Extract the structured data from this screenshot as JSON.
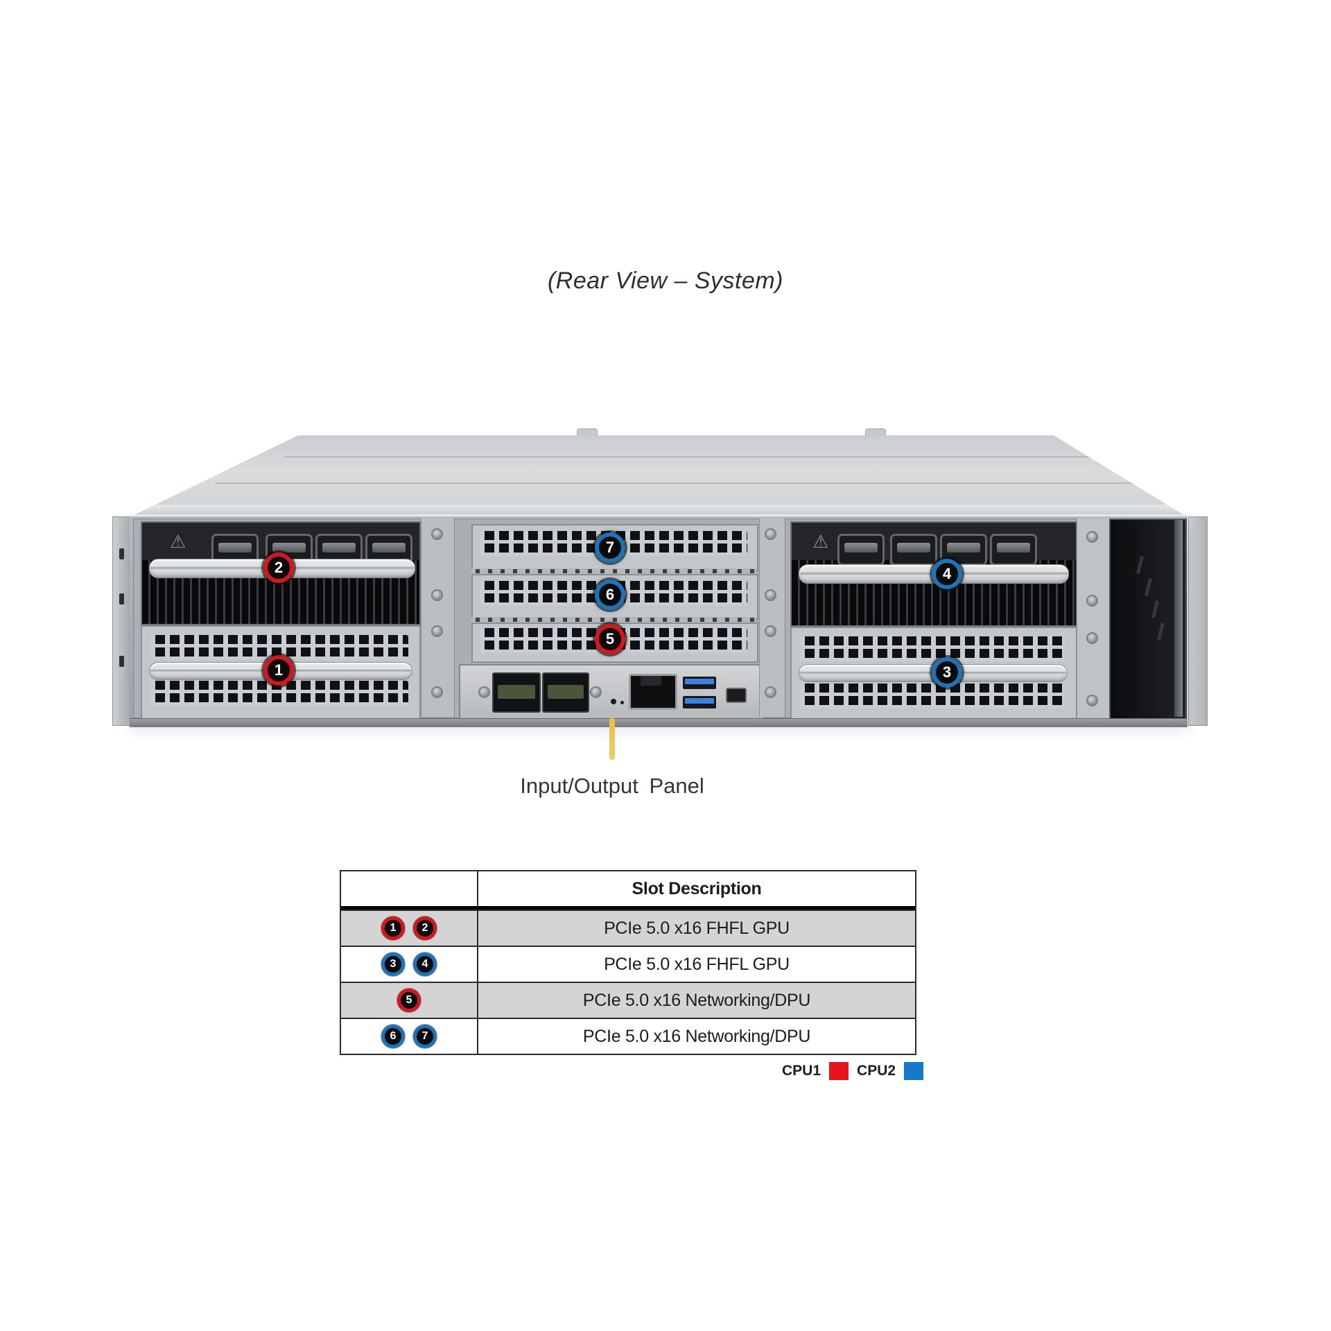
{
  "title": "(Rear View – System)",
  "annotation": {
    "io_panel_label": "Input/Output Panel"
  },
  "callouts": [
    {
      "n": "1",
      "cpu": "CPU1",
      "color": "#d6161e"
    },
    {
      "n": "2",
      "cpu": "CPU1",
      "color": "#d6161e"
    },
    {
      "n": "3",
      "cpu": "CPU2",
      "color": "#1d73b8"
    },
    {
      "n": "4",
      "cpu": "CPU2",
      "color": "#1d73b8"
    },
    {
      "n": "5",
      "cpu": "CPU1",
      "color": "#d6161e"
    },
    {
      "n": "6",
      "cpu": "CPU2",
      "color": "#1d73b8"
    },
    {
      "n": "7",
      "cpu": "CPU2",
      "color": "#1d73b8"
    }
  ],
  "table": {
    "header": {
      "slot_col": "",
      "description_col": "Slot Description"
    },
    "rows": [
      {
        "slots": [
          "1",
          "2"
        ],
        "cpu": "CPU1",
        "color": "#d6161e",
        "description": "PCIe 5.0 x16 FHFL GPU"
      },
      {
        "slots": [
          "3",
          "4"
        ],
        "cpu": "CPU2",
        "color": "#1d73b8",
        "description": "PCIe 5.0 x16 FHFL GPU"
      },
      {
        "slots": [
          "5"
        ],
        "cpu": "CPU1",
        "color": "#d6161e",
        "description": "PCIe 5.0 x16 Networking/DPU"
      },
      {
        "slots": [
          "6",
          "7"
        ],
        "cpu": "CPU2",
        "color": "#1d73b8",
        "description": "PCIe 5.0 x16 Networking/DPU"
      }
    ]
  },
  "legend": {
    "items": [
      {
        "label": "CPU1",
        "color": "#e8131c"
      },
      {
        "label": "CPU2",
        "color": "#1878c8"
      }
    ]
  }
}
